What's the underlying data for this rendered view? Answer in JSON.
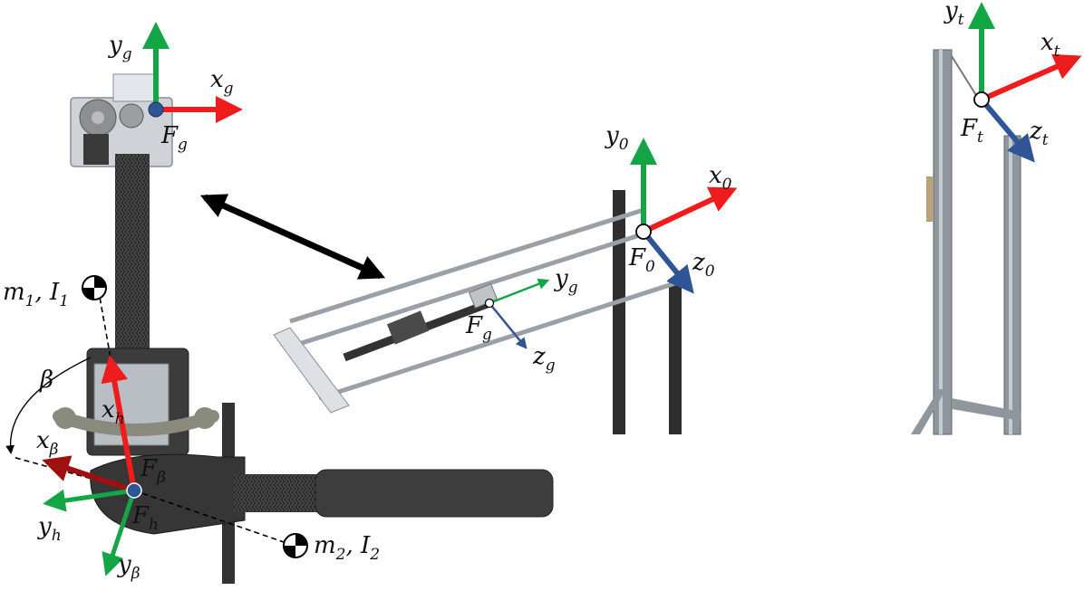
{
  "colors": {
    "x_axis": "#ee1c1c",
    "y_axis": "#13a546",
    "z_axis": "#2f5597",
    "x_beta": "#a01010",
    "frame_dot": "#2f5597",
    "carbon": "#2b2b2b",
    "metal": "#c8ccd2",
    "rail": "#9aa0a6",
    "handle": "#3a3a3a"
  },
  "labels": {
    "yg_top": {
      "main": "y",
      "sub": "g"
    },
    "xg_top": {
      "main": "x",
      "sub": "g"
    },
    "Fg_top": {
      "main": "F",
      "sub": "g"
    },
    "m1I1": {
      "m": "m",
      "m_sub": "1",
      "sep": ", ",
      "I": "I",
      "I_sub": "1"
    },
    "beta": {
      "main": "β"
    },
    "xh": {
      "main": "x",
      "sub": "h"
    },
    "xbeta": {
      "main": "x",
      "sub": "β"
    },
    "Fbeta": {
      "main": "F",
      "sub": "β"
    },
    "Fh": {
      "main": "F",
      "sub": "h"
    },
    "yh": {
      "main": "y",
      "sub": "h"
    },
    "ybeta": {
      "main": "y",
      "sub": "β"
    },
    "m2I2": {
      "m": "m",
      "m_sub": "2",
      "sep": ", ",
      "I": "I",
      "I_sub": "2"
    },
    "y0": {
      "main": "y",
      "sub": "0"
    },
    "x0": {
      "main": "x",
      "sub": "0"
    },
    "F0": {
      "main": "F",
      "sub": "0"
    },
    "z0": {
      "main": "z",
      "sub": "0"
    },
    "yg_mid": {
      "main": "y",
      "sub": "g"
    },
    "Fg_mid": {
      "main": "F",
      "sub": "g"
    },
    "zg_mid": {
      "main": "z",
      "sub": "g"
    },
    "yt": {
      "main": "y",
      "sub": "t"
    },
    "xt": {
      "main": "x",
      "sub": "t"
    },
    "Ft": {
      "main": "F",
      "sub": "t"
    },
    "zt": {
      "main": "z",
      "sub": "t"
    }
  }
}
